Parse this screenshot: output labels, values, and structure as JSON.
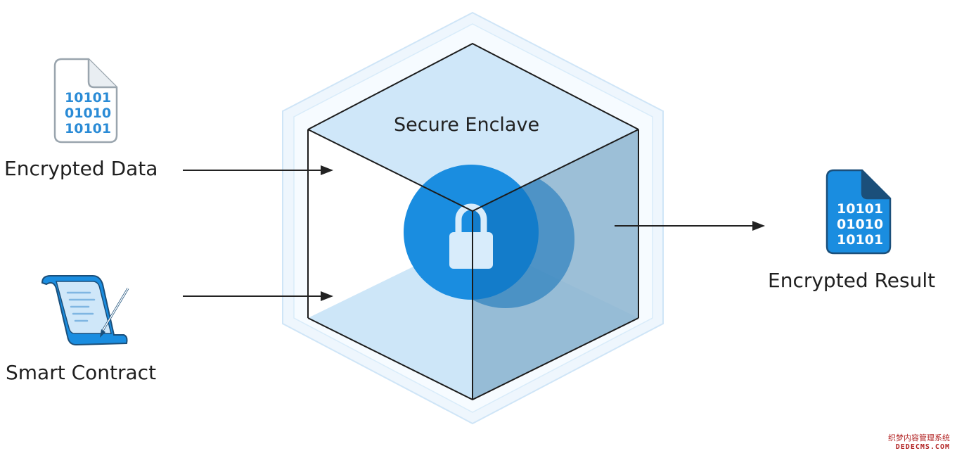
{
  "labels": {
    "encrypted_data": "Encrypted Data",
    "smart_contract": "Smart Contract",
    "encrypted_result": "Encrypted Result",
    "secure_enclave": "Secure Enclave"
  },
  "file_bits": [
    "10101",
    "01010",
    "10101"
  ],
  "watermark": {
    "line1": "织梦内容管理系统",
    "line2": "DEDECMS.COM"
  },
  "icons": {
    "data_file": "binary-file-icon",
    "contract": "scroll-pen-icon",
    "result_file": "binary-file-icon",
    "lock": "padlock-icon"
  },
  "colors": {
    "accent": "#1a8de0",
    "light_blue": "#cfe7f9",
    "face_blue": "#7fa9c6",
    "text": "#1f1f1f"
  }
}
